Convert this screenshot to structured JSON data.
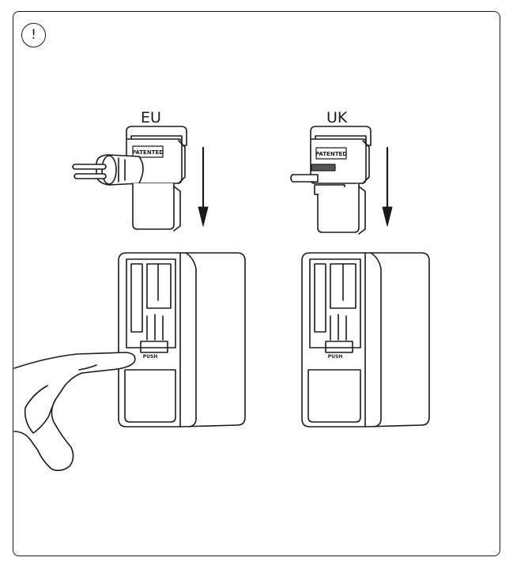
{
  "alert_symbol": "!",
  "labels": {
    "eu": "EU",
    "uk": "UK"
  },
  "stamps": {
    "patented": "PATENTED",
    "push": "PUSH"
  },
  "icons": [
    "warning-icon",
    "down-arrow-icon",
    "hand-pointer-icon"
  ],
  "colors": {
    "line": "#1a1a1a",
    "background": "#ffffff",
    "dark_prong": "#555555"
  }
}
